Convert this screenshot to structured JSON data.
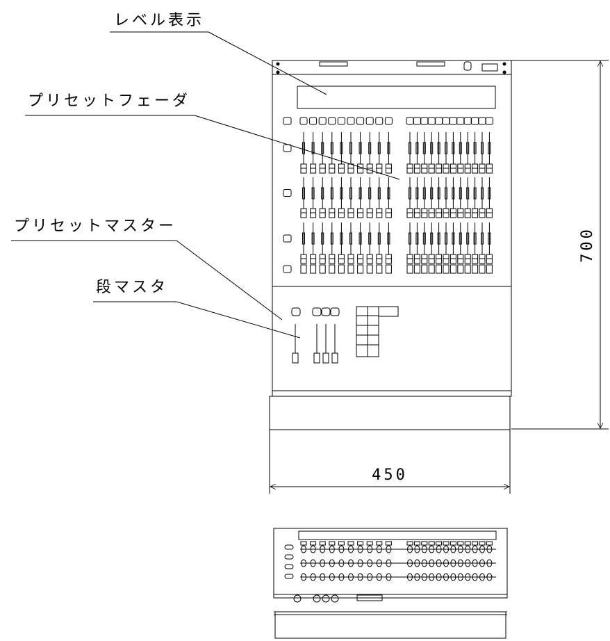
{
  "callouts": {
    "level_display": "レベル表示",
    "preset_fader": "プリセットフェーダ",
    "preset_master": "プリセットマスター",
    "stage_master": "段マスタ"
  },
  "dimensions": {
    "height": "700",
    "width": "450"
  },
  "colors": {
    "line": "#000000",
    "background": "#ffffff"
  }
}
